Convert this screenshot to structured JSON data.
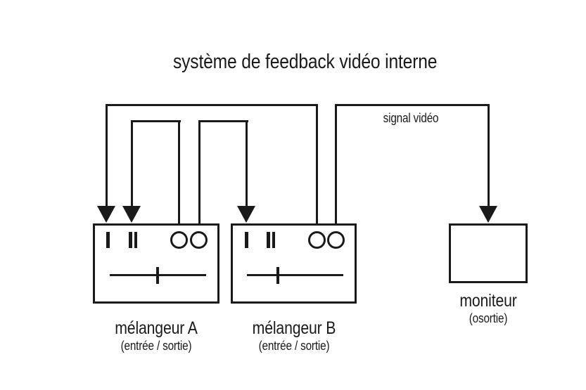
{
  "title": "système de feedback vidéo interne",
  "colors": {
    "ink": "#1a1a1a",
    "background": "#ffffff"
  },
  "nodes": {
    "mixer_a": {
      "label": "mélangeur A",
      "sublabel": "(entrée / sortie)",
      "input_1": "I",
      "input_2": "II",
      "output_count": 2
    },
    "mixer_b": {
      "label": "mélangeur B",
      "sublabel": "(entrée / sortie)",
      "input_1": "I",
      "input_2": "II",
      "output_count": 2
    },
    "monitor": {
      "label": "moniteur",
      "sublabel": "(osortie)"
    }
  },
  "connections": [
    {
      "from": "mixer-b-output-1",
      "to": "mixer-a-input-I",
      "label": ""
    },
    {
      "from": "mixer-a-output-1",
      "to": "mixer-a-input-II",
      "label": ""
    },
    {
      "from": "mixer-a-output-2",
      "to": "mixer-b-input-I",
      "label": ""
    },
    {
      "from": "mixer-b-output-2",
      "to": "monitor-input",
      "label": "signal vidéo"
    }
  ]
}
